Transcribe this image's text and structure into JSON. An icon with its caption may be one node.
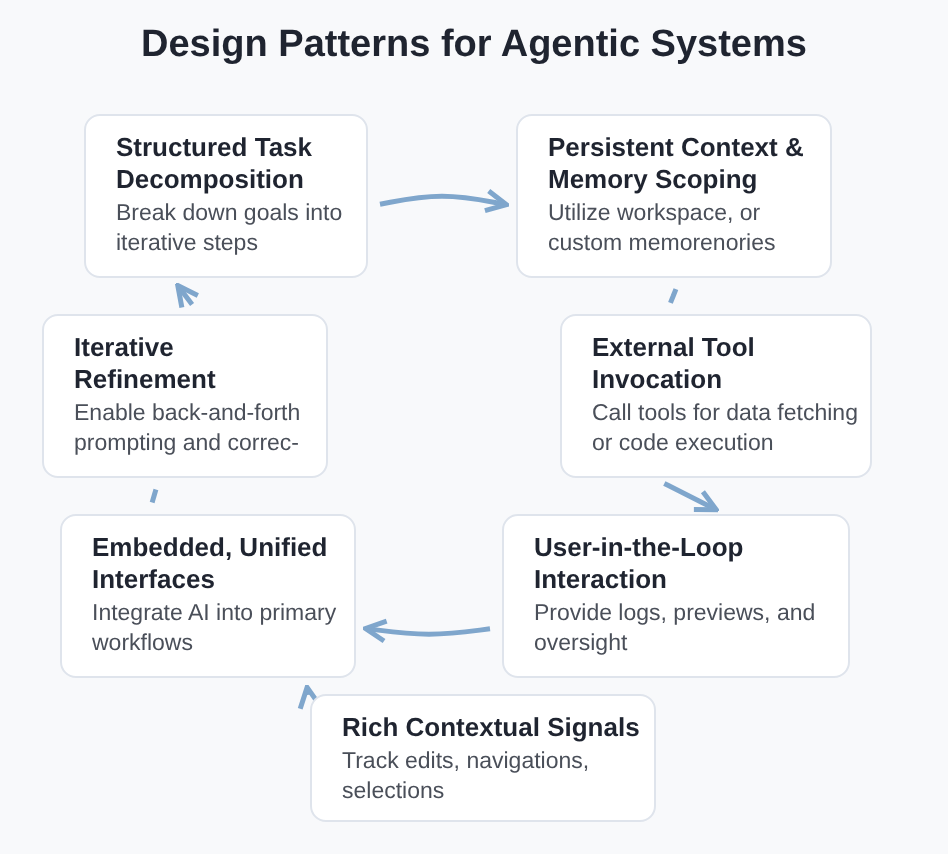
{
  "diagram": {
    "title": "Design Patterns for Agentic Systems",
    "nodes": [
      {
        "text": [
          "Structured Task Decomposition",
          "Break down goals into iterative steps"
        ]
      },
      {
        "text": [
          "Persistent Context & Memory Scoping",
          "Utilize workspace, or custom memorenories"
        ]
      },
      {
        "text": [
          "Iterative Refinement",
          "Enable back-and-forth prompting and correc-"
        ]
      },
      {
        "text": [
          "External Tool Invocation",
          "Call tools for data fetching or code execution"
        ]
      },
      {
        "text": [
          "Embedded, Unified Interfaces",
          "Integrate AI into primary workflows"
        ]
      },
      {
        "text": [
          "User-in-the-Loop Interaction",
          "Provide logs, previews, and oversight"
        ]
      },
      {
        "text": [
          "Rich Contextual Signals",
          "Track edits, navigations, selections"
        ]
      }
    ],
    "edges": [
      {
        "from": 0,
        "to": 1,
        "arrow": "to"
      },
      {
        "from": 1,
        "to": 3,
        "arrow": "none"
      },
      {
        "from": 3,
        "to": 5,
        "arrow": "to"
      },
      {
        "from": 5,
        "to": 4,
        "arrow": "to"
      },
      {
        "from": 6,
        "to": 4,
        "arrow": "to"
      },
      {
        "from": 4,
        "to": 2,
        "arrow": "none"
      },
      {
        "from": 2,
        "to": 0,
        "arrow": "to"
      }
    ]
  }
}
